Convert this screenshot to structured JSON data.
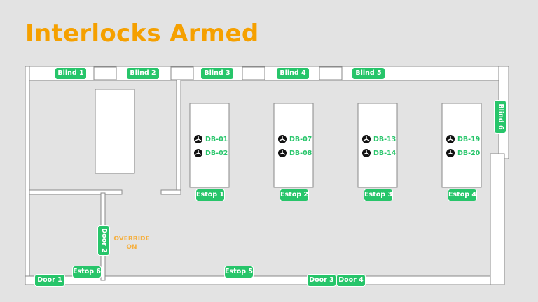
{
  "header": {
    "title": "Interlocks Armed"
  },
  "colors": {
    "title": "#f5a000",
    "badge": "#27c56a",
    "device_text": "#27c56a",
    "override_text": "#f5b041",
    "wall": "#ffffff",
    "wall_outline": "#8a8a8a",
    "background": "#e3e3e3"
  },
  "blinds": [
    {
      "label": "Blind 1"
    },
    {
      "label": "Blind 2"
    },
    {
      "label": "Blind 3"
    },
    {
      "label": "Blind 4"
    },
    {
      "label": "Blind 5"
    },
    {
      "label": "Blind 6"
    }
  ],
  "estops": [
    {
      "label": "Estop 1"
    },
    {
      "label": "Estop 2"
    },
    {
      "label": "Estop 3"
    },
    {
      "label": "Estop 4"
    },
    {
      "label": "Estop 5"
    },
    {
      "label": "Estop 6"
    }
  ],
  "doors": [
    {
      "label": "Door 1"
    },
    {
      "label": "Door 2"
    },
    {
      "label": "Door 3"
    },
    {
      "label": "Door 4"
    }
  ],
  "devices": [
    {
      "label": "DB-01",
      "icon": "fan-icon"
    },
    {
      "label": "DB-02",
      "icon": "fan-icon"
    },
    {
      "label": "DB-07",
      "icon": "fan-icon"
    },
    {
      "label": "DB-08",
      "icon": "fan-icon"
    },
    {
      "label": "DB-13",
      "icon": "fan-icon"
    },
    {
      "label": "DB-14",
      "icon": "fan-icon"
    },
    {
      "label": "DB-19",
      "icon": "fan-icon"
    },
    {
      "label": "DB-20",
      "icon": "fan-icon"
    }
  ],
  "override": {
    "line1": "OVERRIDE",
    "line2": "ON"
  }
}
